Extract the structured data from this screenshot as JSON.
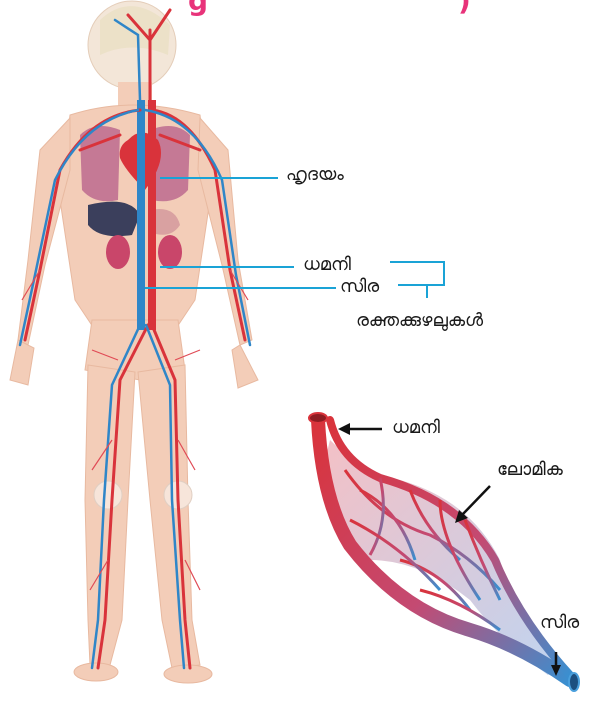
{
  "title_fragment_left": "g",
  "title_fragment_right": ")",
  "body_labels": {
    "heart": "ഹൃദയം",
    "artery": "ധമനി",
    "vein": "സിര",
    "blood_vessels": "രക്തക്കുഴലുകൾ"
  },
  "vessel_labels": {
    "artery": "ധമനി",
    "capillary": "ലോമിക",
    "vein": "സിര"
  },
  "colors": {
    "leader_line": "#1aa3d6",
    "artery_red": "#d9333b",
    "vein_blue": "#2f86c8",
    "skin": "#f3cdb8",
    "title": "#e8337a"
  }
}
